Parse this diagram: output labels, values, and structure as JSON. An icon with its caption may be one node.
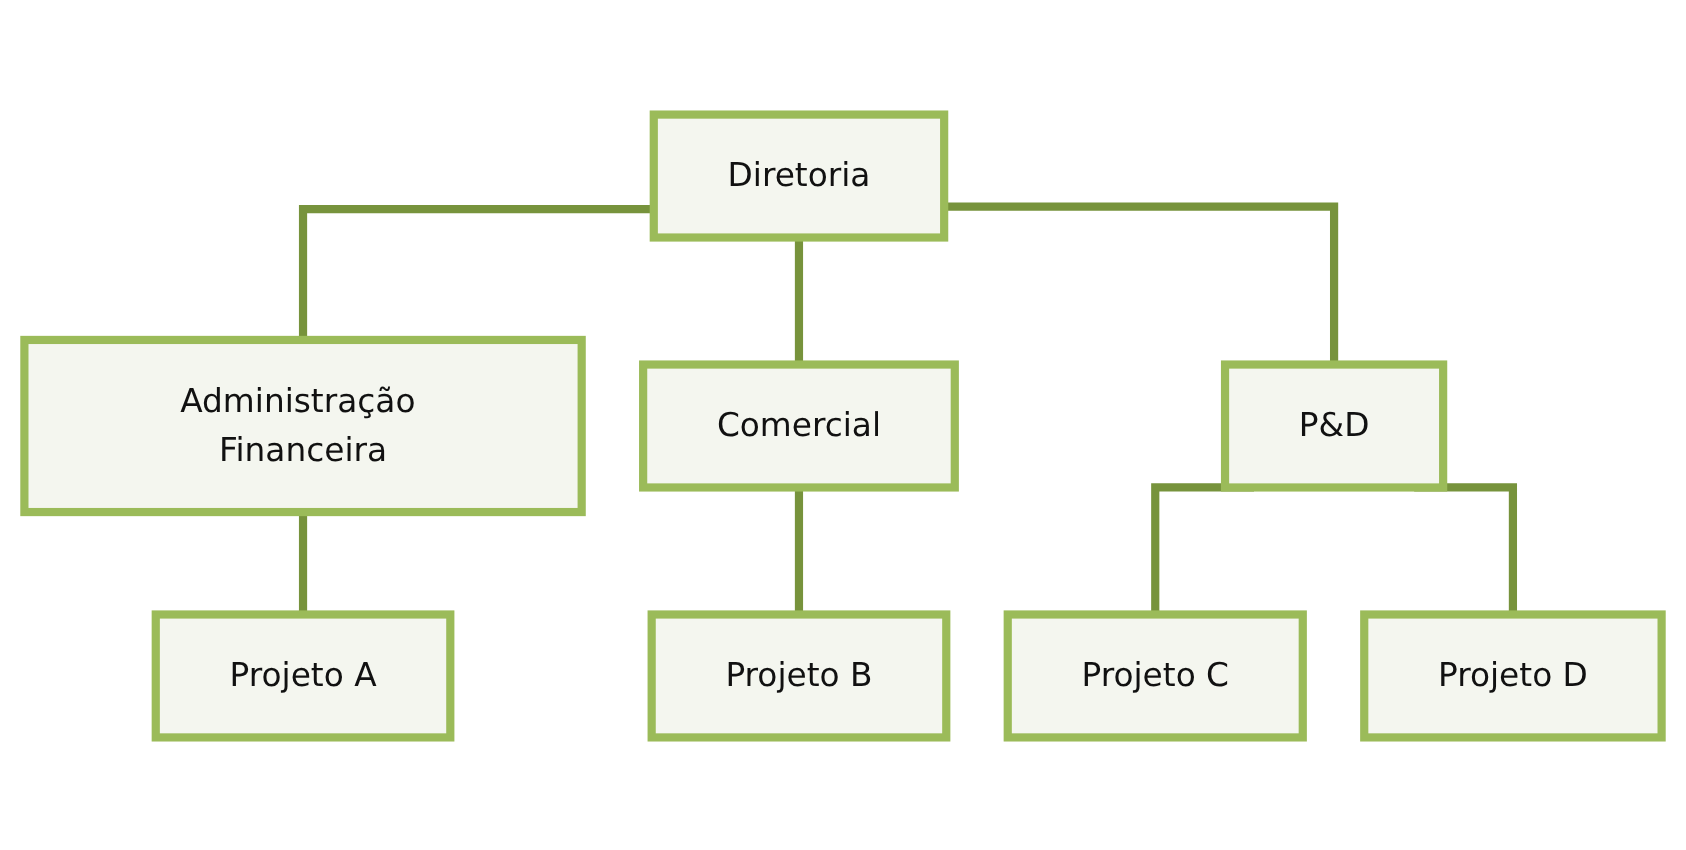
{
  "diagram": {
    "nodes": [
      {
        "text": [
          "Diretoria"
        ]
      },
      {
        "text": [
          "Administração Financeira"
        ]
      },
      {
        "text": [
          "Comercial"
        ]
      },
      {
        "text": [
          "P&D"
        ]
      },
      {
        "text": [
          "Projeto A"
        ]
      },
      {
        "text": [
          "Projeto B"
        ]
      },
      {
        "text": [
          "Projeto C"
        ]
      },
      {
        "text": [
          "Projeto D"
        ]
      }
    ],
    "edges": [
      {
        "from": 0,
        "to": 1,
        "arrow": "none"
      },
      {
        "from": 0,
        "to": 2,
        "arrow": "none"
      },
      {
        "from": 0,
        "to": 3,
        "arrow": "none"
      },
      {
        "from": 1,
        "to": 4,
        "arrow": "none"
      },
      {
        "from": 2,
        "to": 5,
        "arrow": "none"
      },
      {
        "from": 3,
        "to": 6,
        "arrow": "none"
      },
      {
        "from": 3,
        "to": 7,
        "arrow": "none"
      }
    ]
  }
}
